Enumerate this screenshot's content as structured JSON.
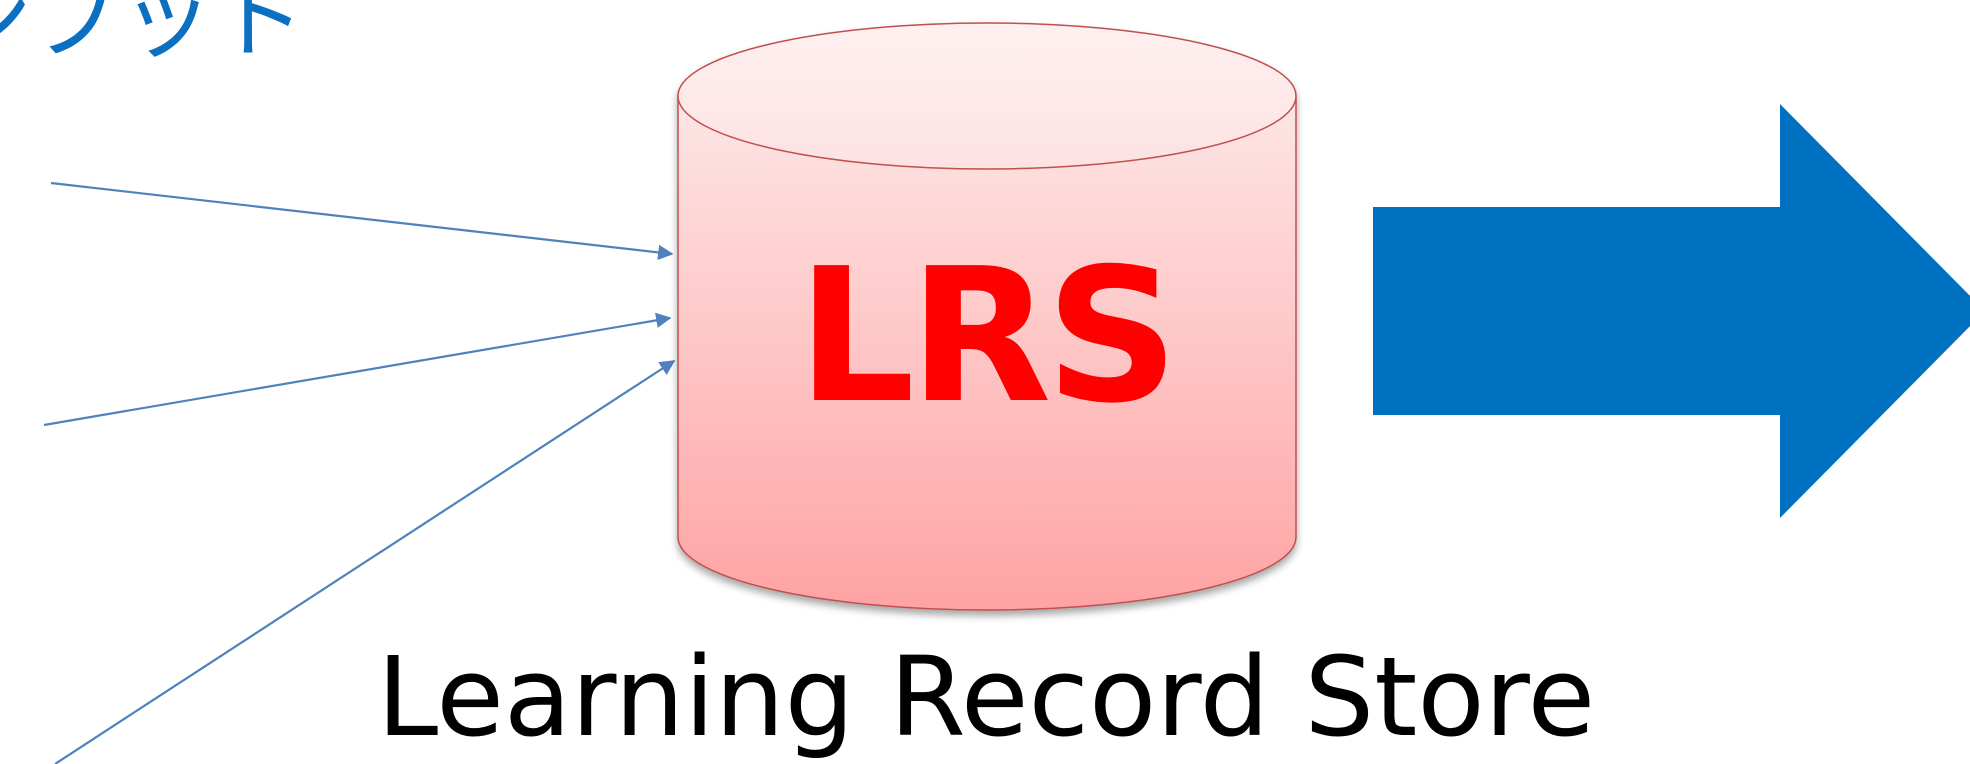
{
  "top_left_text": "ンプット",
  "database": {
    "label": "LRS",
    "caption": "Learning Record Store"
  },
  "colors": {
    "label": "#ff0000",
    "arrow": "#0070c0",
    "connector": "#4f81bd",
    "cylinder_top": "#fde3e3",
    "cylinder_bottom": "#ffa3a3",
    "cylinder_stroke": "#c0504d",
    "partial_text": "#0b6fc2"
  },
  "icons": [
    "arrow-right-icon"
  ]
}
